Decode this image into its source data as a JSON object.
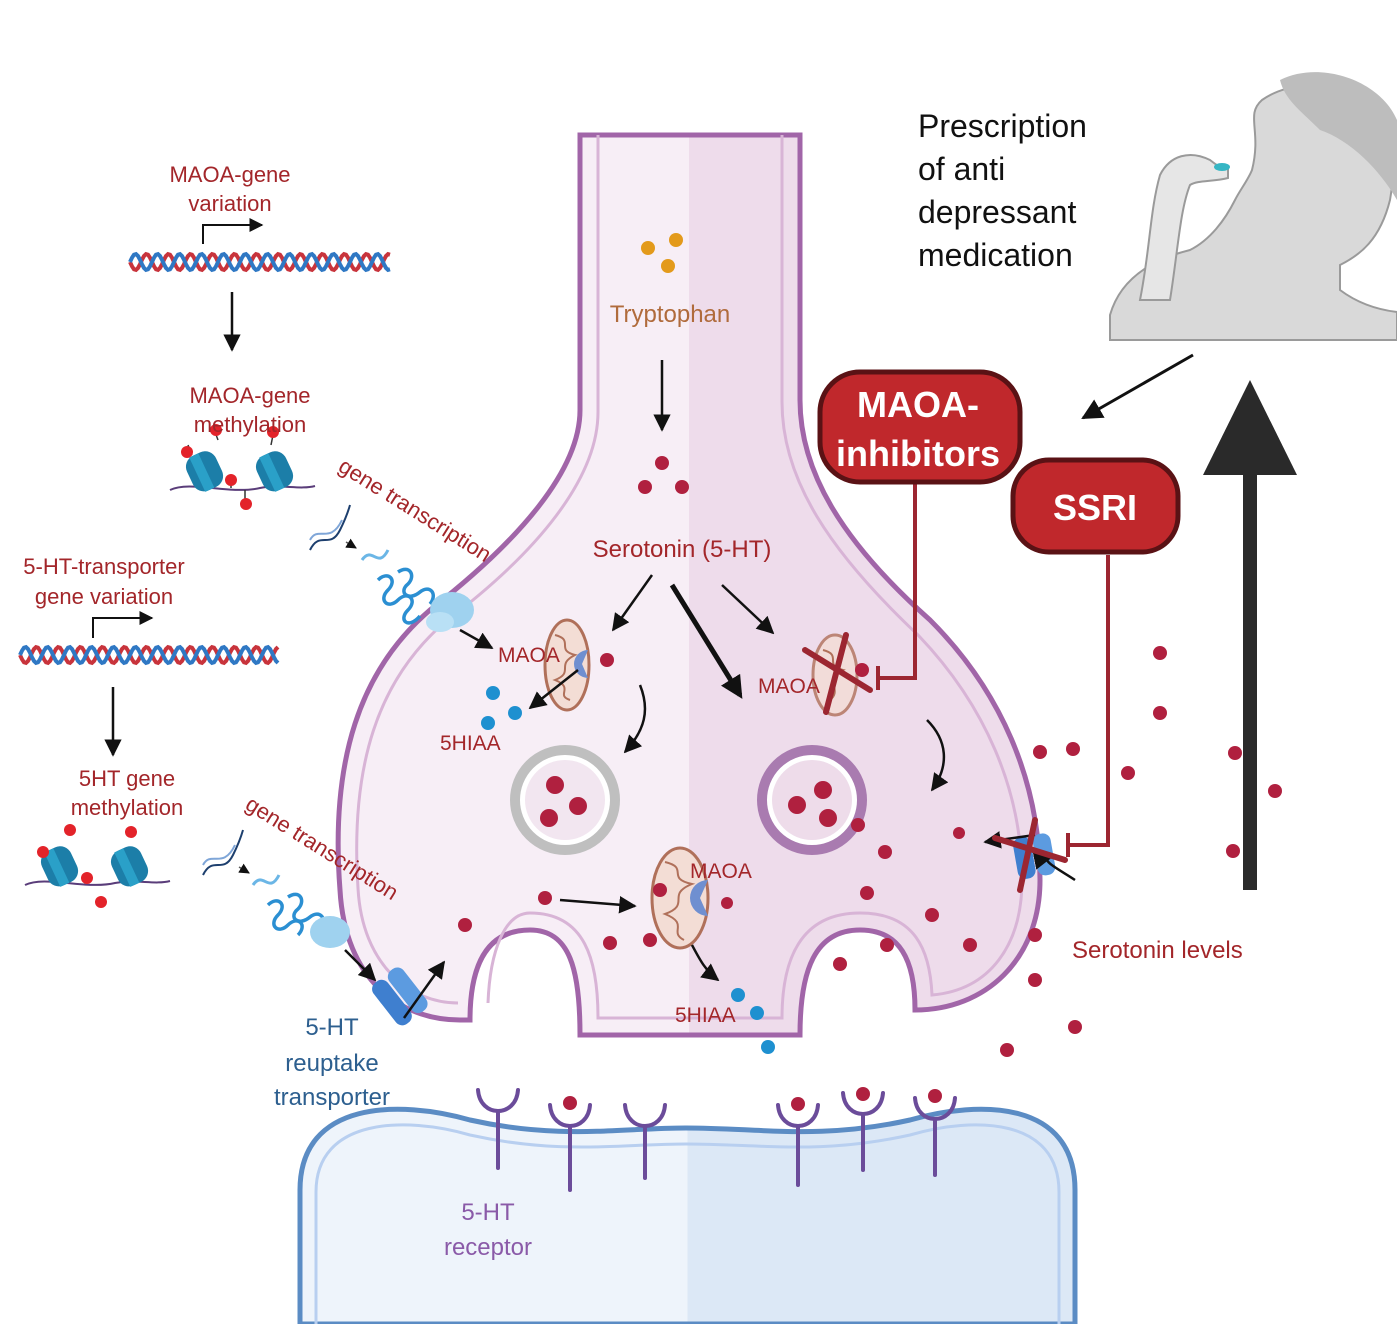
{
  "labels": {
    "maoa_gene_variation": [
      "MAOA-gene",
      "variation"
    ],
    "maoa_gene_methylation": [
      "MAOA-gene",
      "methylation"
    ],
    "gene_transcription_top": "gene transcription",
    "sht_transporter_variation": [
      "5-HT-transporter",
      "gene variation"
    ],
    "sht_gene_methylation": [
      "5HT gene",
      "methylation"
    ],
    "gene_transcription_bottom": "gene transcription",
    "reuptake_transporter": [
      "5-HT",
      "reuptake",
      "transporter"
    ],
    "receptor": [
      "5-HT",
      "receptor"
    ],
    "tryptophan": "Tryptophan",
    "serotonin": "Serotonin (5-HT)",
    "maoa_left": "MAOA",
    "maoa_right": "MAOA",
    "maoa_bottom": "MAOA",
    "hiaa_top": "5HIAA",
    "hiaa_bottom": "5HIAA",
    "serotonin_levels": "Serotonin levels",
    "prescription": [
      "Prescription",
      "of anti",
      "depressant",
      "medication"
    ],
    "maoa_inhibitors": [
      "MAOA-",
      "inhibitors"
    ],
    "ssri": "SSRI"
  },
  "colors": {
    "dna_red": "#c8343c",
    "dna_blue": "#2f78c4",
    "serotonin_dot": "#b0203f",
    "tryptophan_dot": "#e39a1b",
    "hiaa_dot": "#1e90d0",
    "drug_box": "#c0282c",
    "neuron_fill": "#f4e6f1",
    "neuron_border": "#a165a8",
    "post_fill": "#dfe9f6",
    "post_border": "#5b8cc4"
  }
}
